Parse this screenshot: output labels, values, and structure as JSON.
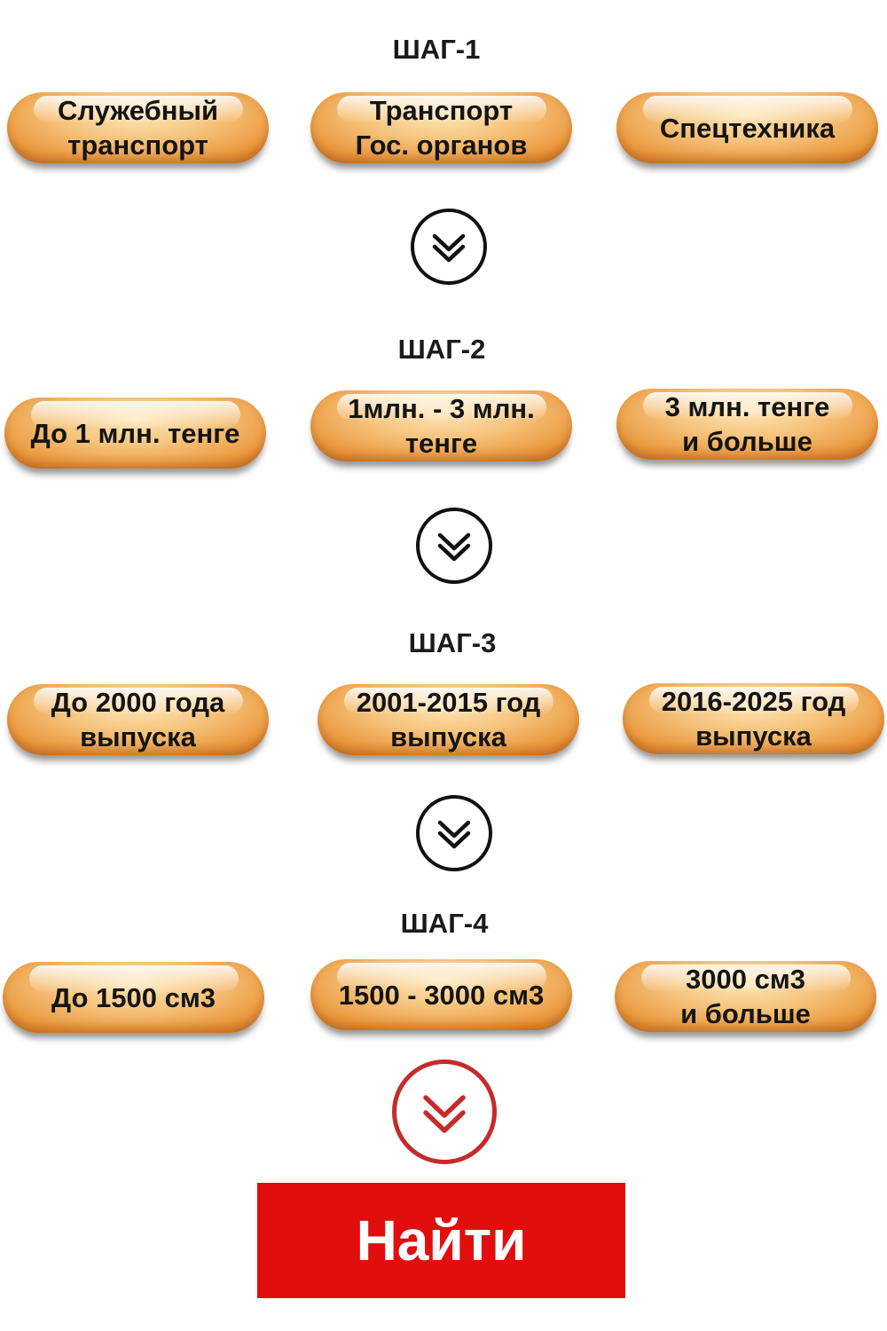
{
  "steps": [
    {
      "title": "ШАГ-1",
      "options": [
        "Служебный\nтранспорт",
        "Транспорт\nГос. органов",
        "Спецтехника"
      ]
    },
    {
      "title": "ШАГ-2",
      "options": [
        "До 1 млн. тенге",
        "1млн. - 3 млн.\nтенге",
        "3 млн. тенге\nи больше"
      ]
    },
    {
      "title": "ШАГ-3",
      "options": [
        "До 2000 года\nвыпуска",
        "2001-2015 год\nвыпуска",
        "2016-2025 год\nвыпуска"
      ]
    },
    {
      "title": "ШАГ-4",
      "options": [
        "До 1500 см3",
        "1500 - 3000 см3",
        "3000 см3\nи больше"
      ]
    }
  ],
  "search_button": {
    "label": "Найти",
    "color": "#e20e0e"
  },
  "icons": {
    "step_separator": "double-chevron-down-icon",
    "final_separator": "double-chevron-down-icon",
    "final_separator_color": "#c62b2b"
  },
  "colors": {
    "pill_gradient_light": "#fde6b6",
    "pill_gradient_dark": "#cf7420",
    "text": "#141414"
  }
}
